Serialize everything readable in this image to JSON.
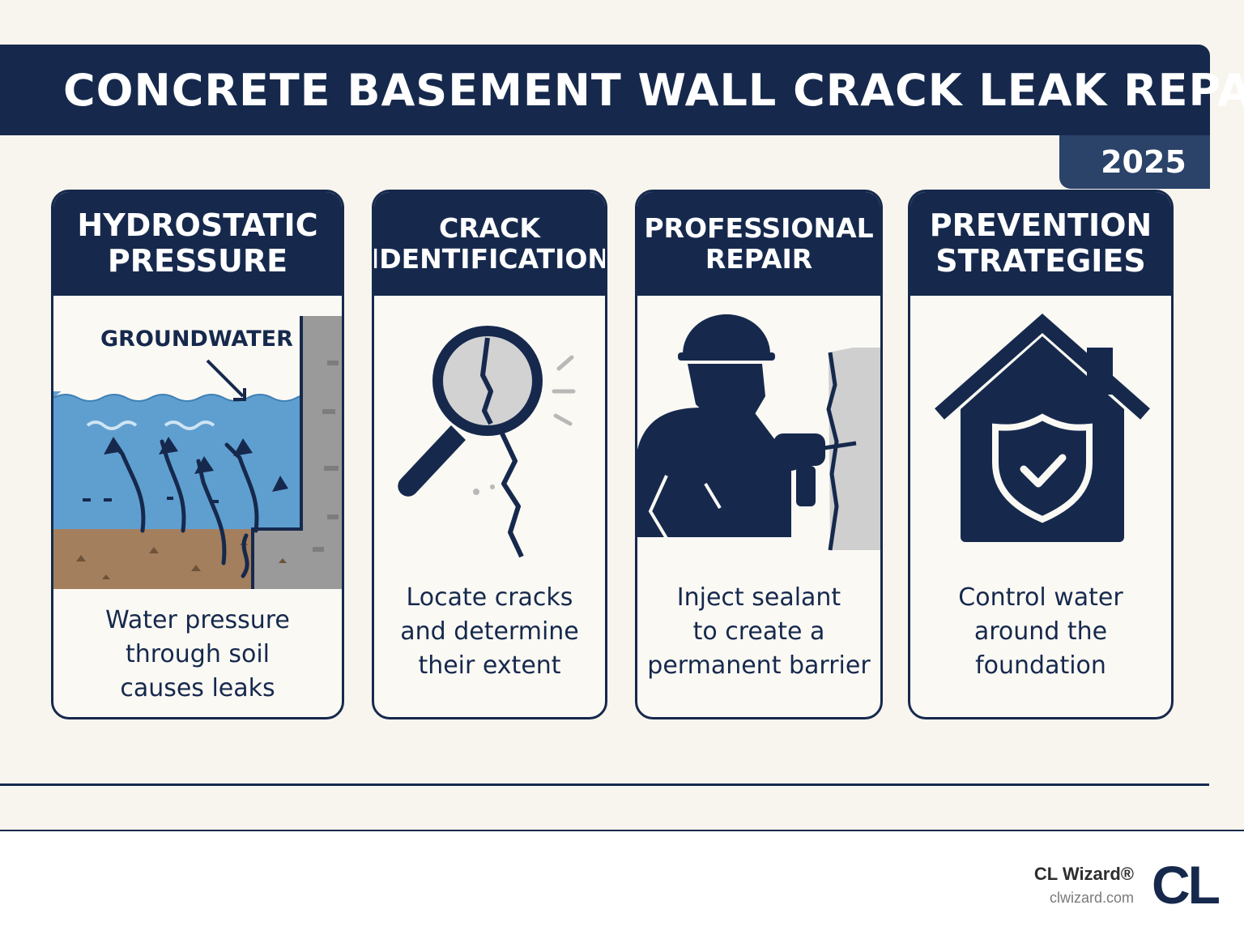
{
  "title": "CONCRETE BASEMENT WALL CRACK LEAK REPAIR",
  "year": "2025",
  "cards": [
    {
      "heading": "HYDROSTATIC\nPRESSURE",
      "art_label": "GROUNDWATER",
      "icon": "groundwater-pressure-illustration",
      "text": "Water pressure\nthrough soil\ncauses leaks"
    },
    {
      "heading": "CRACK\nIDENTIFICATION",
      "icon": "magnifying-glass-crack-illustration",
      "text": "Locate cracks\nand determine\ntheir extent"
    },
    {
      "heading": "PROFESSIONAL\nREPAIR",
      "icon": "worker-drill-illustration",
      "text": "Inject sealant\nto create a\npermanent barrier"
    },
    {
      "heading": "PREVENTION\nSTRATEGIES",
      "icon": "house-shield-check-icon",
      "text": "Control water\naround the\nfoundation"
    }
  ],
  "footer": {
    "brand_name": "CL Wizard®",
    "brand_url": "clwizard.com",
    "logo_text": "CL"
  },
  "colors": {
    "navy": "#16294d",
    "background": "#f8f5ee",
    "water": "#5f9fd0",
    "soil": "#a47f5d",
    "concrete": "#9a9a9a"
  }
}
